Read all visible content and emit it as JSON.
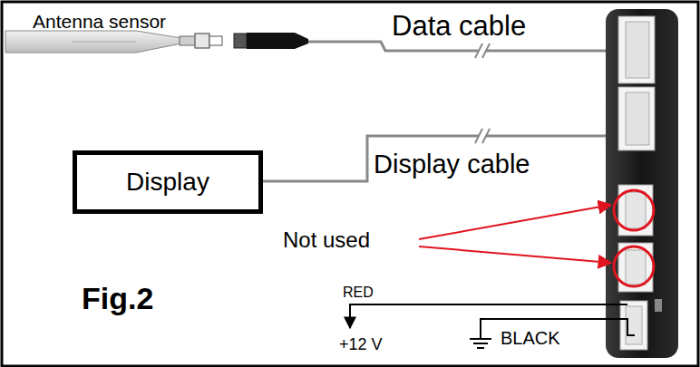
{
  "diagram": {
    "nodes": [
      {
        "text": [
          "Display"
        ]
      }
    ],
    "labels": [
      "Antenna sensor",
      "Data cable",
      "Display cable",
      "Not used",
      "Fig.2",
      "RED",
      "+12 V",
      "BLACK"
    ]
  }
}
